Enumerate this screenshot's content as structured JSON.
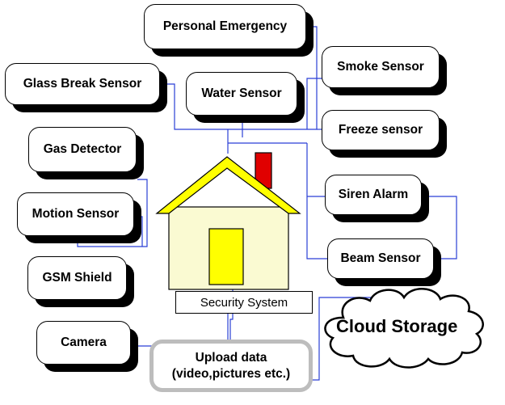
{
  "diagram": {
    "sensors": {
      "personal_emergency": "Personal Emergency",
      "smoke_sensor": "Smoke Sensor",
      "glass_break_sensor": "Glass Break Sensor",
      "water_sensor": "Water Sensor",
      "freeze_sensor": "Freeze sensor",
      "gas_detector": "Gas Detector",
      "siren_alarm": "Siren Alarm",
      "motion_sensor": "Motion Sensor",
      "beam_sensor": "Beam Sensor",
      "gsm_shield": "GSM Shield",
      "camera": "Camera"
    },
    "security_system": "Security System",
    "cloud_storage": "Cloud Storage",
    "upload": {
      "line1": "Upload data",
      "line2": "(video,pictures etc.)"
    },
    "colors": {
      "connector": "#2a3fd6",
      "house_body": "#fafad2",
      "roof": "#ffff00",
      "chimney": "#e00000",
      "door": "#ffff00",
      "upload_border": "#bdbdbd"
    }
  }
}
